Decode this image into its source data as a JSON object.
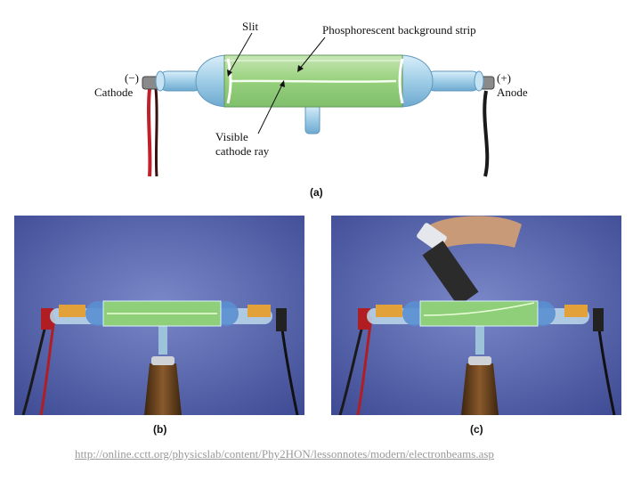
{
  "diagram_a": {
    "labels": {
      "slit": "Slit",
      "strip": "Phosphorescent background strip",
      "cathode_sign": "(−)",
      "cathode": "Cathode",
      "anode_sign": "(+)",
      "anode": "Anode",
      "ray_line1": "Visible",
      "ray_line2": "cathode ray"
    },
    "caption": "(a)"
  },
  "photo_b": {
    "caption": "(b)"
  },
  "photo_c": {
    "caption": "(c)"
  },
  "source_link": "http://online.cctt.org/physicslab/content/Phy2HON/lessonnotes/modern/electronbeams.asp",
  "colors": {
    "tube_glass": "#a9d3ea",
    "phosphor_green": "#8fcf7a",
    "photo_bg": "#4f5fa6",
    "wire_red": "#c0202a",
    "wire_black": "#1a1a1a"
  }
}
